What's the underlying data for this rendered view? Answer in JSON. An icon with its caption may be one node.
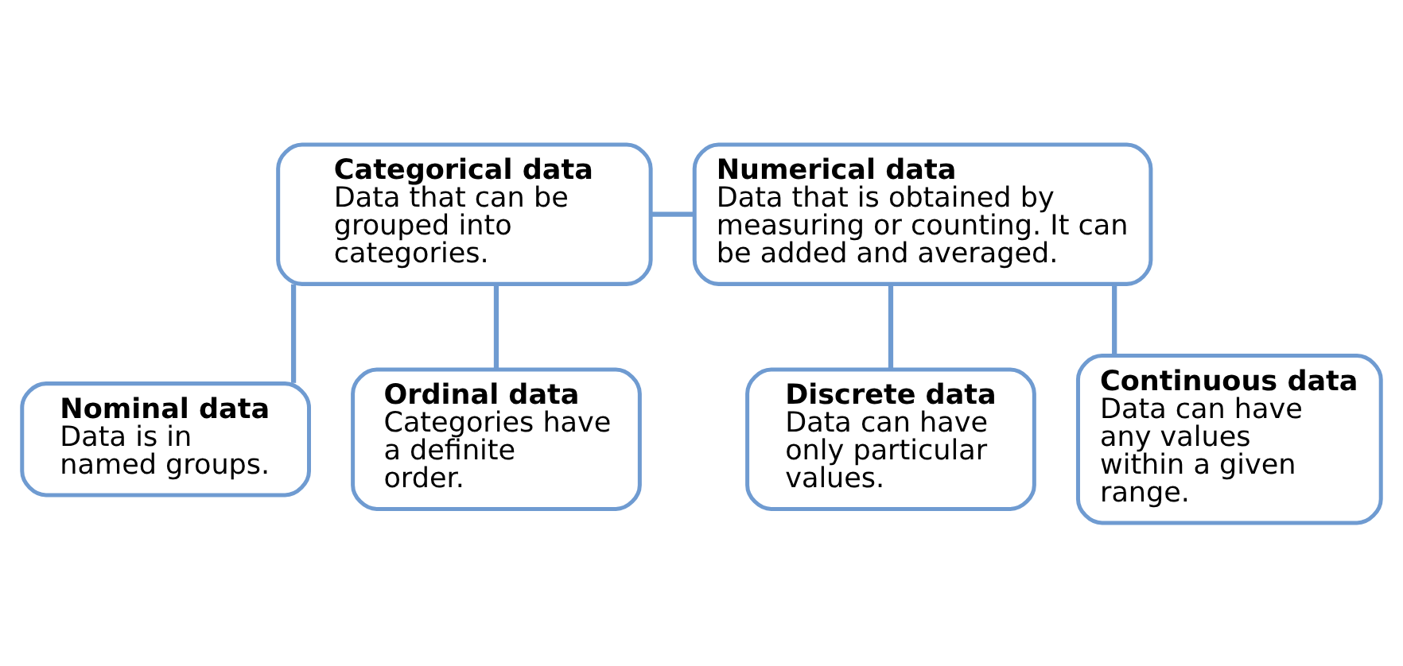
{
  "diagram": {
    "nodes": [
      {
        "text": [
          "Categorical data",
          "Data that can be grouped into categories."
        ]
      },
      {
        "text": [
          "Numerical data",
          "Data that is obtained by measuring or counting. It can be added and averaged."
        ]
      },
      {
        "text": [
          "Nominal data",
          "Data is in named groups."
        ]
      },
      {
        "text": [
          "Ordinal data",
          "Categories have a definite order."
        ]
      },
      {
        "text": [
          "Discrete data",
          "Data can have only particular values."
        ]
      },
      {
        "text": [
          "Continuous data",
          "Data can have any values within a given range."
        ]
      }
    ],
    "edges": [
      {
        "from": 0,
        "to": 1,
        "arrow": "none"
      },
      {
        "from": 0,
        "to": 2,
        "arrow": "none"
      },
      {
        "from": 0,
        "to": 3,
        "arrow": "none"
      },
      {
        "from": 1,
        "to": 4,
        "arrow": "none"
      },
      {
        "from": 1,
        "to": 5,
        "arrow": "none"
      }
    ]
  }
}
